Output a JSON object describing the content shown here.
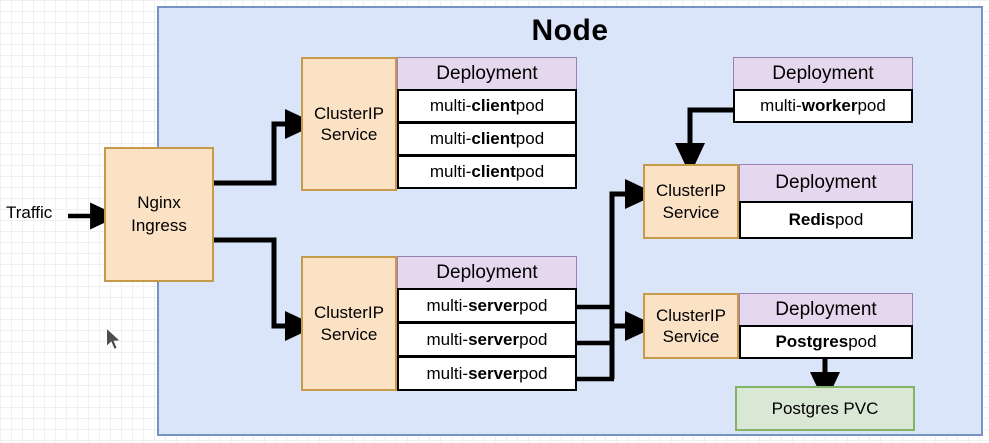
{
  "diagram": {
    "title": "Node",
    "external_label": "Traffic",
    "ingress": {
      "line1": "Nginx",
      "line2": "Ingress"
    },
    "service_label": {
      "line1": "ClusterIP",
      "line2": "Service"
    },
    "deployment_header": "Deployment",
    "pods": {
      "client": {
        "prefix": "multi-",
        "strong": "client",
        "suffix": " pod"
      },
      "server": {
        "prefix": "multi-",
        "strong": "server",
        "suffix": " pod"
      },
      "worker": {
        "prefix": "multi-",
        "strong": "worker",
        "suffix": " pod"
      },
      "redis": {
        "prefix": "",
        "strong": "Redis",
        "suffix": " pod"
      },
      "postgres": {
        "prefix": "",
        "strong": "Postgres",
        "suffix": " pod"
      }
    },
    "pvc": "Postgres PVC",
    "colors": {
      "node_fill": "#dbe5f9",
      "node_border": "#7693c4",
      "service_fill": "#fbe2c4",
      "service_border": "#c59a49",
      "deployment_fill": "#e5d7ee",
      "deployment_border": "#9b7fb5",
      "pod_fill": "#ffffff",
      "pod_border": "#000000",
      "pvc_fill": "#d8e8d4",
      "pvc_border": "#82b366",
      "arrow": "#000000",
      "grid_minor": "#f0f0f2",
      "grid_major": "#e2e2e6"
    },
    "counts": {
      "client_pods": 3,
      "server_pods": 3,
      "worker_pods": 1,
      "redis_pods": 1,
      "postgres_pods": 1
    }
  }
}
